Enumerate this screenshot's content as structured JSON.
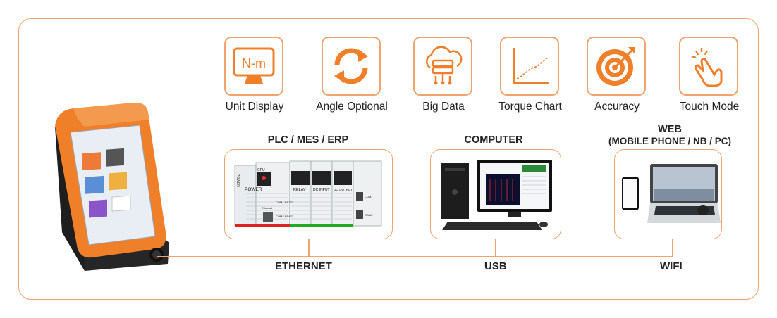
{
  "features": [
    {
      "label": "Unit Display",
      "icon": "unit-display-icon",
      "glyph": "N-m"
    },
    {
      "label": "Angle Optional",
      "icon": "rotation-arrows-icon"
    },
    {
      "label": "Big Data",
      "icon": "cloud-server-icon"
    },
    {
      "label": "Torque Chart",
      "icon": "line-chart-icon"
    },
    {
      "label": "Accuracy",
      "icon": "target-icon"
    },
    {
      "label": "Touch Mode",
      "icon": "touch-hand-icon"
    }
  ],
  "sections": {
    "plc": {
      "title": "PLC / MES / ERP",
      "connection": "ETHERNET",
      "modules": [
        "POWER",
        "CPU",
        "RELAY",
        "DC INPUT",
        "DC OUTPUT"
      ],
      "module_labels": {
        "power_vertical": "POWER",
        "com1": "COM1 RS232",
        "ethernet": "Ethernet",
        "com2": "COM2 RS422",
        "com1_right": "COM1",
        "com2_right": "COM2"
      }
    },
    "computer": {
      "title": "COMPUTER",
      "connection": "USB"
    },
    "web": {
      "title": "WEB",
      "subtitle": "(MOBILE PHONE / NB / PC)",
      "connection": "WIFI"
    }
  },
  "colors": {
    "accent": "#f0a36a",
    "orange": "#f07f2a",
    "device_body": "#2a2a2a"
  }
}
